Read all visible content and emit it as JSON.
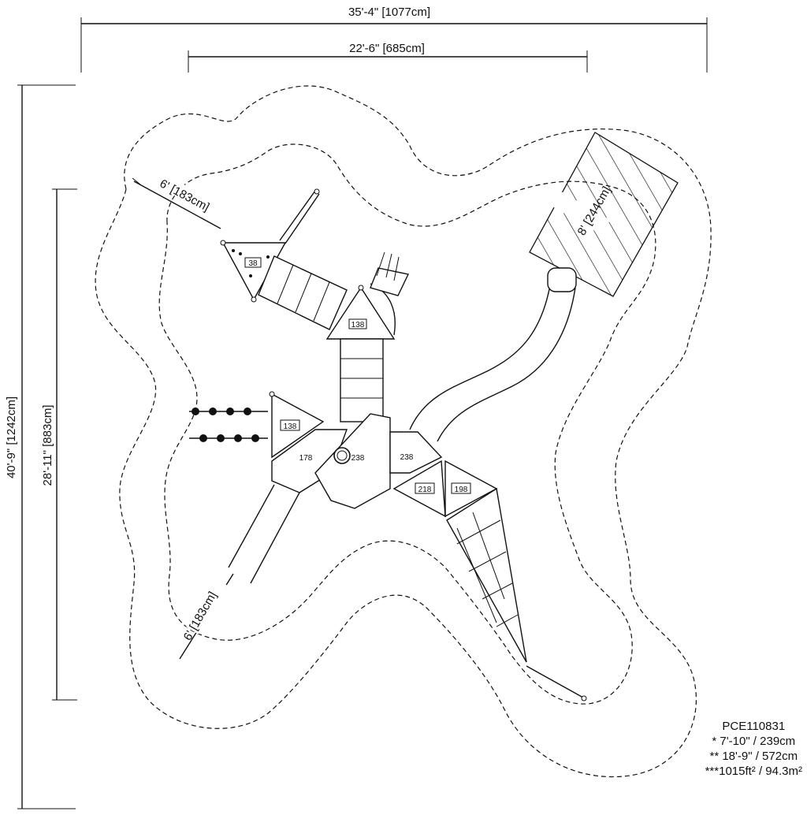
{
  "dimensions": {
    "overall_width": "35'-4\" [1077cm]",
    "structure_width": "22'-6\" [685cm]",
    "overall_depth": "40'-9\" [1242cm]",
    "structure_depth": "28'-11\" [883cm]",
    "clearance_top": "6' [183cm]",
    "clearance_bottom": "6' [183cm]",
    "slide_exit": "8' [244cm]"
  },
  "deck_tags": [
    "38",
    "138",
    "138",
    "178",
    "238",
    "238",
    "218",
    "198"
  ],
  "legend": {
    "model": "PCE110831",
    "line1": "* 7'-10\" / 239cm",
    "line2": "** 18'-9\" / 572cm",
    "line3": "***1015ft² / 94.3m²"
  }
}
